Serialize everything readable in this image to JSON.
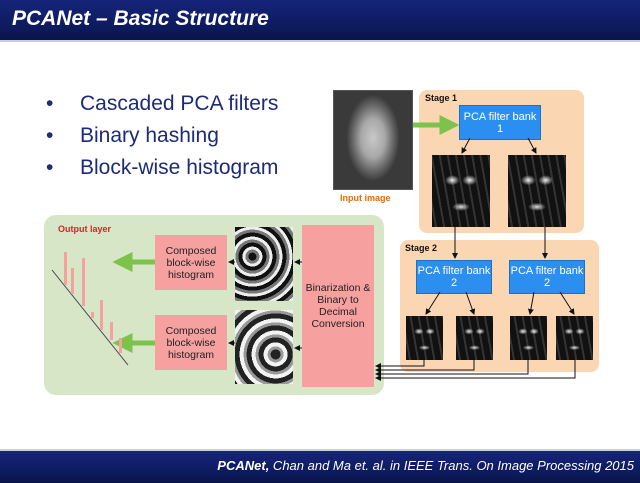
{
  "title": "PCANet – Basic Structure",
  "bullets": [
    "Cascaded PCA filters",
    "Binary hashing",
    "Block-wise histogram"
  ],
  "input_image_label": "Input image",
  "stage1": {
    "label": "Stage 1",
    "filter_bank": "PCA filter bank 1"
  },
  "stage2": {
    "label": "Stage 2",
    "filter_bank_left": "PCA filter bank 2",
    "filter_bank_right": "PCA filter bank 2"
  },
  "output_layer": {
    "label": "Output layer",
    "histogram_top": "Composed block-wise histogram",
    "histogram_bottom": "Composed block-wise histogram",
    "binarization": "Binarization & Binary to Decimal Conversion"
  },
  "footer": {
    "bold": "PCANet,",
    "rest": " Chan and Ma et. al. in IEEE Trans. On Image Processing 2015"
  },
  "colors": {
    "title_bar": "#0d1a5c",
    "stage_bg": "#fbd6b3",
    "output_bg": "#d6e6c6",
    "pca_box": "#2b8ff2",
    "pink_box": "#f7a0a0",
    "arrow_green": "#7dc24b",
    "label_orange": "#e46c0a",
    "label_red": "#e0202a"
  }
}
